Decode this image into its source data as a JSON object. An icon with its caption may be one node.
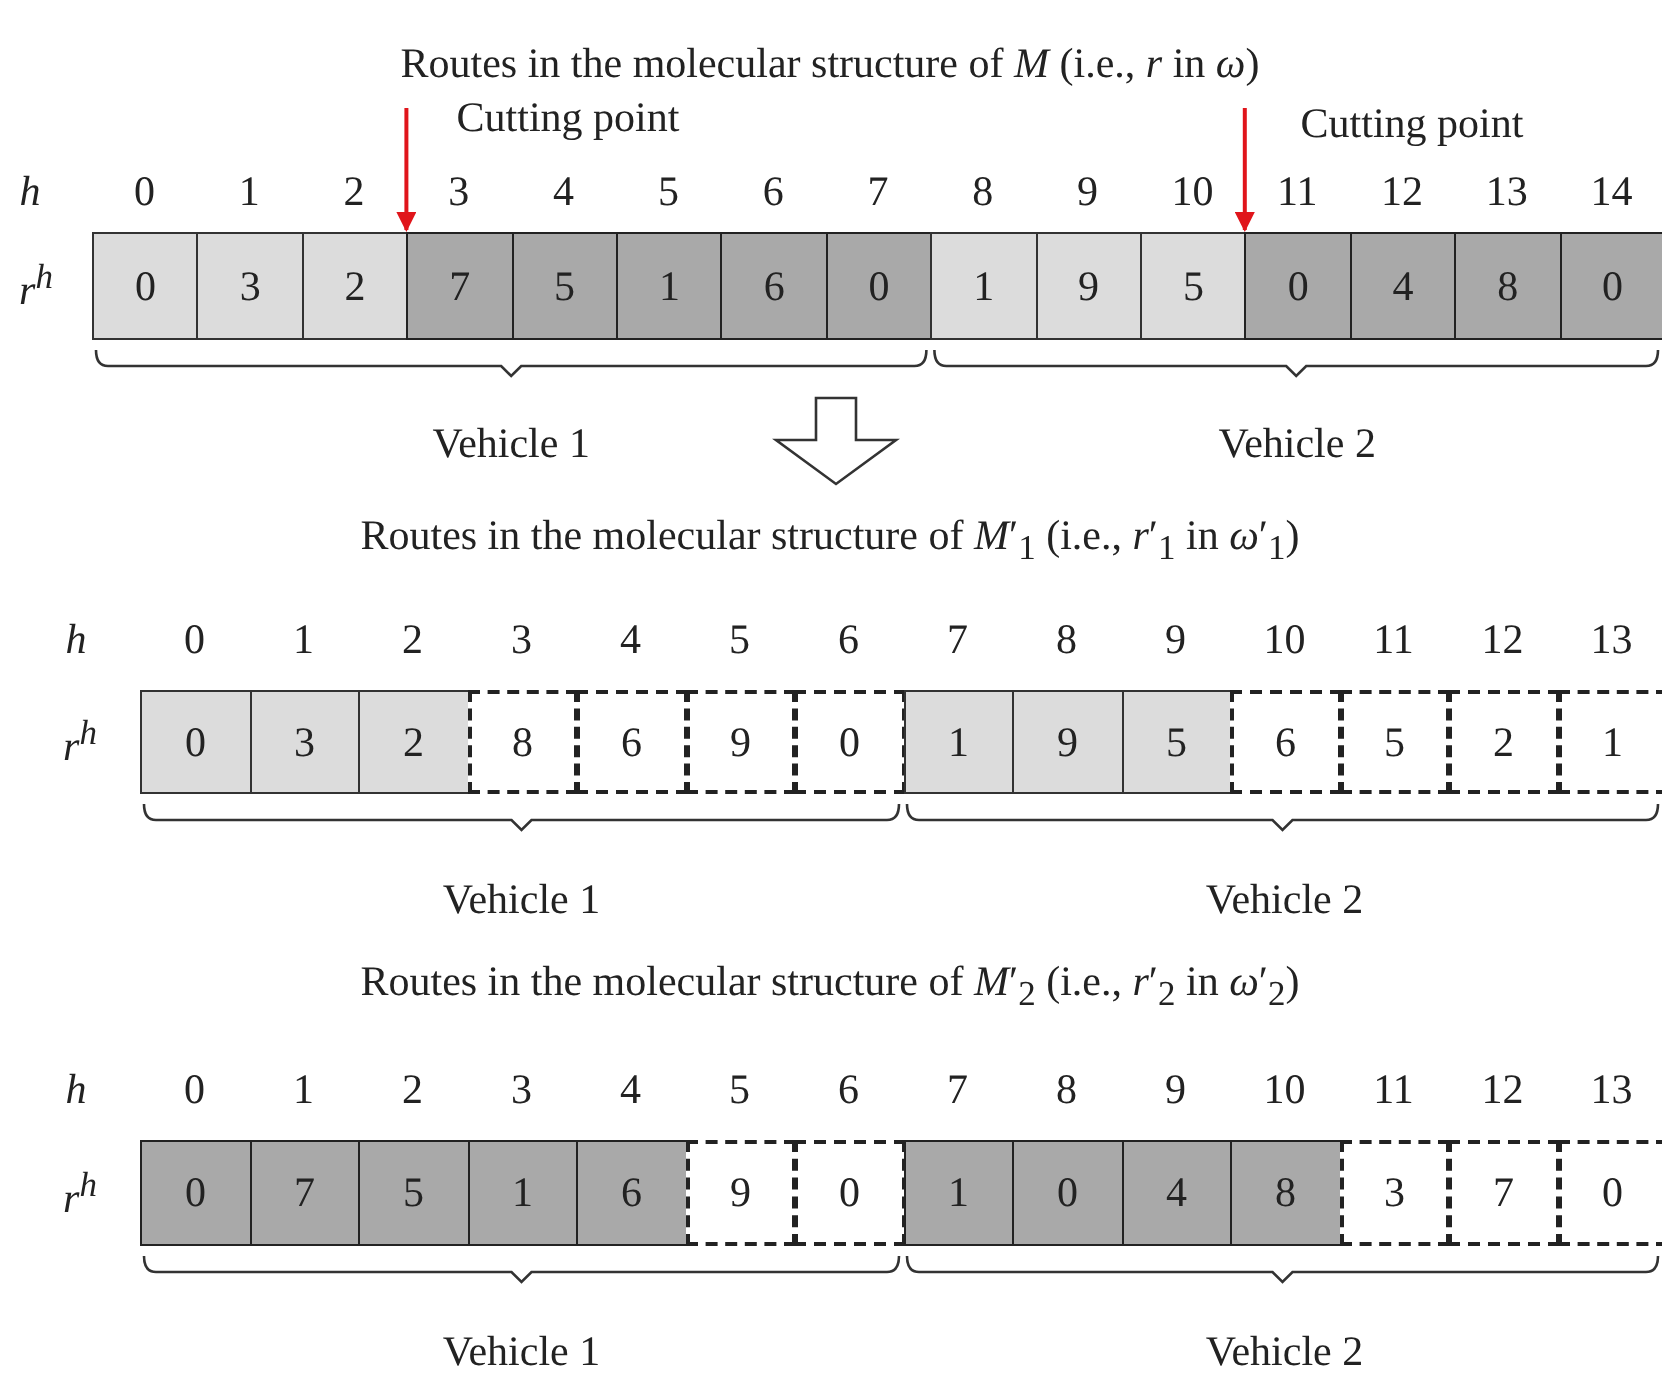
{
  "diagram": {
    "nodes": [
      {
        "text": [
          "0"
        ]
      },
      {
        "text": [
          "3"
        ]
      },
      {
        "text": [
          "2"
        ]
      },
      {
        "text": [
          "7"
        ]
      },
      {
        "text": [
          "5"
        ]
      },
      {
        "text": [
          "1"
        ]
      },
      {
        "text": [
          "6"
        ]
      },
      {
        "text": [
          "0"
        ]
      },
      {
        "text": [
          "1"
        ]
      },
      {
        "text": [
          "9"
        ]
      },
      {
        "text": [
          "5"
        ]
      },
      {
        "text": [
          "0"
        ]
      },
      {
        "text": [
          "4"
        ]
      },
      {
        "text": [
          "8"
        ]
      },
      {
        "text": [
          "0"
        ]
      },
      {
        "text": [
          "0"
        ]
      },
      {
        "text": [
          "3"
        ]
      },
      {
        "text": [
          "2"
        ]
      },
      {
        "text": [
          "8"
        ]
      },
      {
        "text": [
          "6"
        ]
      },
      {
        "text": [
          "9"
        ]
      },
      {
        "text": [
          "0"
        ]
      },
      {
        "text": [
          "1"
        ]
      },
      {
        "text": [
          "9"
        ]
      },
      {
        "text": [
          "5"
        ]
      },
      {
        "text": [
          "6"
        ]
      },
      {
        "text": [
          "5"
        ]
      },
      {
        "text": [
          "2"
        ]
      },
      {
        "text": [
          "1"
        ]
      },
      {
        "text": [
          "0"
        ]
      },
      {
        "text": [
          "7"
        ]
      },
      {
        "text": [
          "5"
        ]
      },
      {
        "text": [
          "1"
        ]
      },
      {
        "text": [
          "6"
        ]
      },
      {
        "text": [
          "9"
        ]
      },
      {
        "text": [
          "0"
        ]
      },
      {
        "text": [
          "1"
        ]
      },
      {
        "text": [
          "0"
        ]
      },
      {
        "text": [
          "4"
        ]
      },
      {
        "text": [
          "8"
        ]
      },
      {
        "text": [
          "3"
        ]
      },
      {
        "text": [
          "7"
        ]
      },
      {
        "text": [
          "0"
        ]
      },
      {
        "text": [
          "Cutting point"
        ]
      },
      {
        "text": [
          "Cutting point"
        ]
      }
    ],
    "edges": [
      {
        "from": 43,
        "to": 3,
        "arrow": "to",
        "color": "#e0151b"
      },
      {
        "from": 44,
        "to": 11,
        "arrow": "to",
        "color": "#e0151b"
      }
    ],
    "labels": [
      "Routes in the molecular structure of *M* (i.e., *r* in *ω*)",
      "h",
      "0",
      "1",
      "2",
      "3",
      "4",
      "5",
      "6",
      "7",
      "8",
      "9",
      "10",
      "11",
      "12",
      "13",
      "14",
      "r$^{h}$",
      "Vehicle 1",
      "Vehicle 2",
      "Routes in the molecular structure of *M*′$_{1}$ (i.e., *r*′$_{1}$ in *ω*′$_{1}$)",
      "h",
      "0",
      "1",
      "2",
      "3",
      "4",
      "5",
      "6",
      "7",
      "8",
      "9",
      "10",
      "11",
      "12",
      "13",
      "r$^{h}$",
      "Vehicle 1",
      "Vehicle 2",
      "Routes in the molecular structure of *M*′$_{2}$ (i.e., *r*′$_{2}$ in *ω*′$_{2}$)",
      "h",
      "0",
      "1",
      "2",
      "3",
      "4",
      "5",
      "6",
      "7",
      "8",
      "9",
      "10",
      "11",
      "12",
      "13",
      "r$^{h}$",
      "Vehicle 1",
      "Vehicle 2"
    ]
  }
}
